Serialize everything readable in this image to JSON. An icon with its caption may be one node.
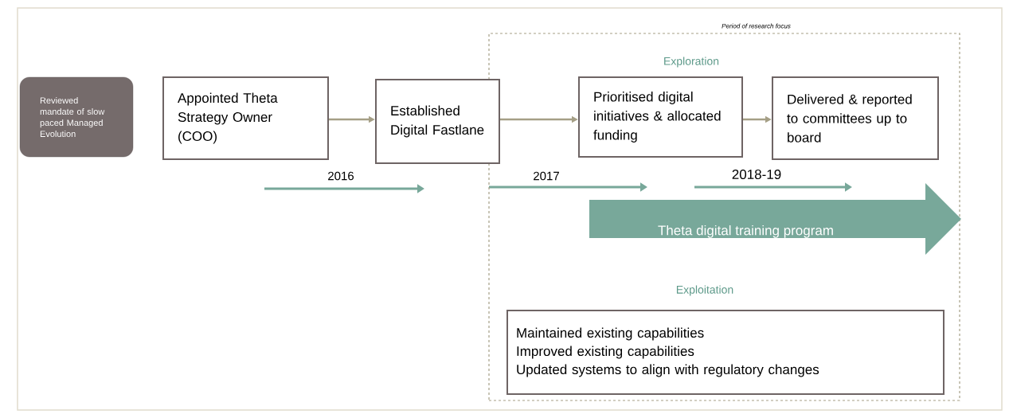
{
  "diagram": {
    "nodes": [
      {
        "text": [
          "Period of research focus"
        ]
      },
      {
        "text": [
          "Reviewed mandate of slow paced Managed Evolution"
        ]
      },
      {
        "text": [
          "Appointed Theta Strategy Owner (COO)"
        ]
      },
      {
        "text": [
          "Established Digital Fastlane"
        ]
      },
      {
        "text": [
          "Prioritised digital initiatives & allocated funding"
        ],
        "in": 0
      },
      {
        "text": [
          "Delivered & reported to committees up to board"
        ],
        "in": 0
      },
      {
        "text": [
          "Theta digital training program"
        ],
        "in": 0
      },
      {
        "text": [
          "Maintained existing capabilities",
          "Improved existing capabilities",
          "Updated systems to align with regulatory changes"
        ],
        "in": 0
      }
    ],
    "edges": [
      {
        "from": 2,
        "to": 3,
        "arrow": "to"
      },
      {
        "from": 3,
        "to": 4,
        "arrow": "to"
      },
      {
        "from": 4,
        "to": 5,
        "arrow": "to"
      }
    ],
    "labels": [
      "Exploration",
      "2016",
      "2017",
      "2018-19",
      "Exploitation"
    ]
  }
}
